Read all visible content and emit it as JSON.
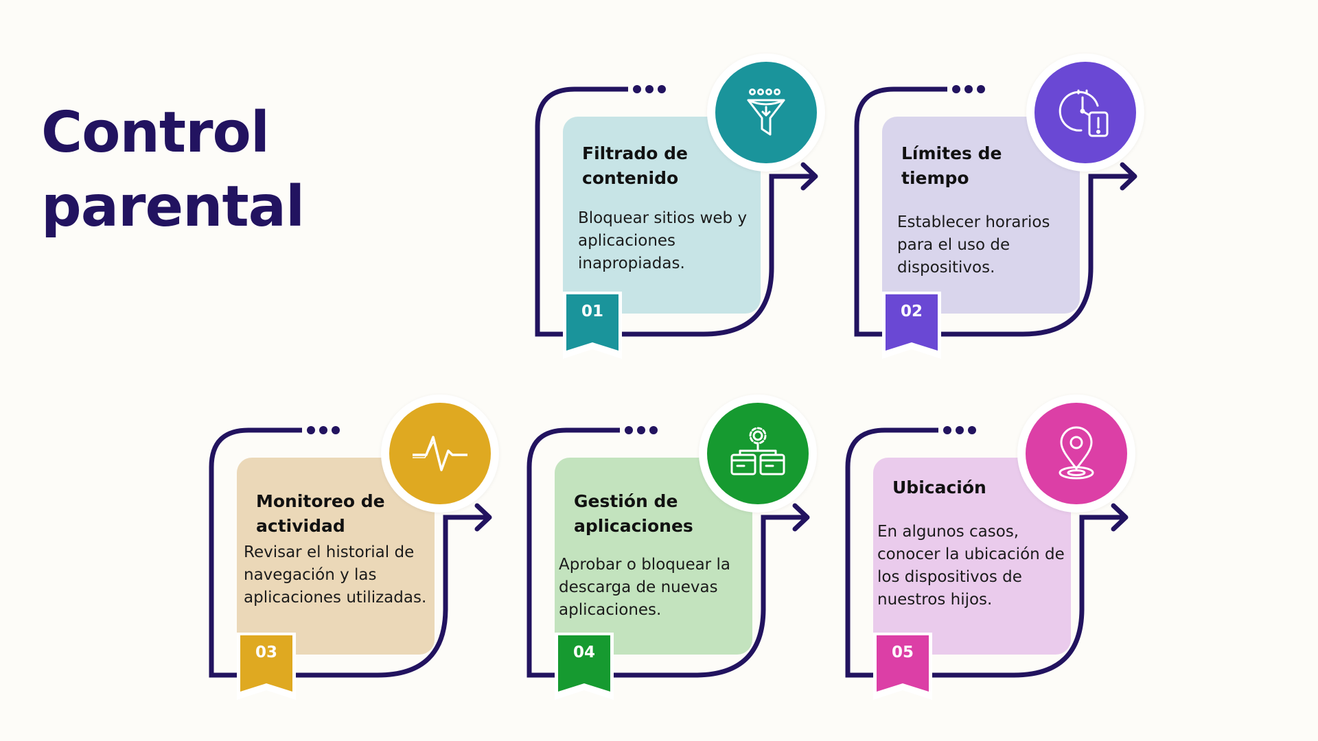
{
  "title": {
    "line1": "Control",
    "line2": "parental"
  },
  "steps": [
    {
      "number": "01",
      "title": "Filtrado de contenido",
      "text": "Bloquear sitios web y aplicaciones inapropiadas.",
      "accent": "#1a949b",
      "panel": "#c7e4e6",
      "icon": "filter-funnel-icon"
    },
    {
      "number": "02",
      "title": "Límites de tiempo",
      "text": "Establecer horarios para el uso de dispositivos.",
      "accent": "#6a48d4",
      "panel": "#d9d5ec",
      "icon": "clock-alert-icon"
    },
    {
      "number": "03",
      "title": "Monitoreo de actividad",
      "text": "Revisar el historial de navegación y las aplicaciones utilizadas.",
      "accent": "#dfa921",
      "panel": "#ebd8b8",
      "icon": "activity-pulse-icon"
    },
    {
      "number": "04",
      "title": "Gestión de aplicaciones",
      "text": "Aprobar o bloquear la descarga de nuevas aplicaciones.",
      "accent": "#169a30",
      "panel": "#c3e3be",
      "icon": "gear-boxes-icon"
    },
    {
      "number": "05",
      "title": "Ubicación",
      "text": "En algunos casos, conocer la ubicación de los dispositivos de nuestros hijos.",
      "accent": "#dc3fa6",
      "panel": "#eacbec",
      "icon": "location-pin-icon"
    }
  ],
  "colors": {
    "frame": "#22135f",
    "title": "#221360",
    "background": "#fdfcf8"
  }
}
